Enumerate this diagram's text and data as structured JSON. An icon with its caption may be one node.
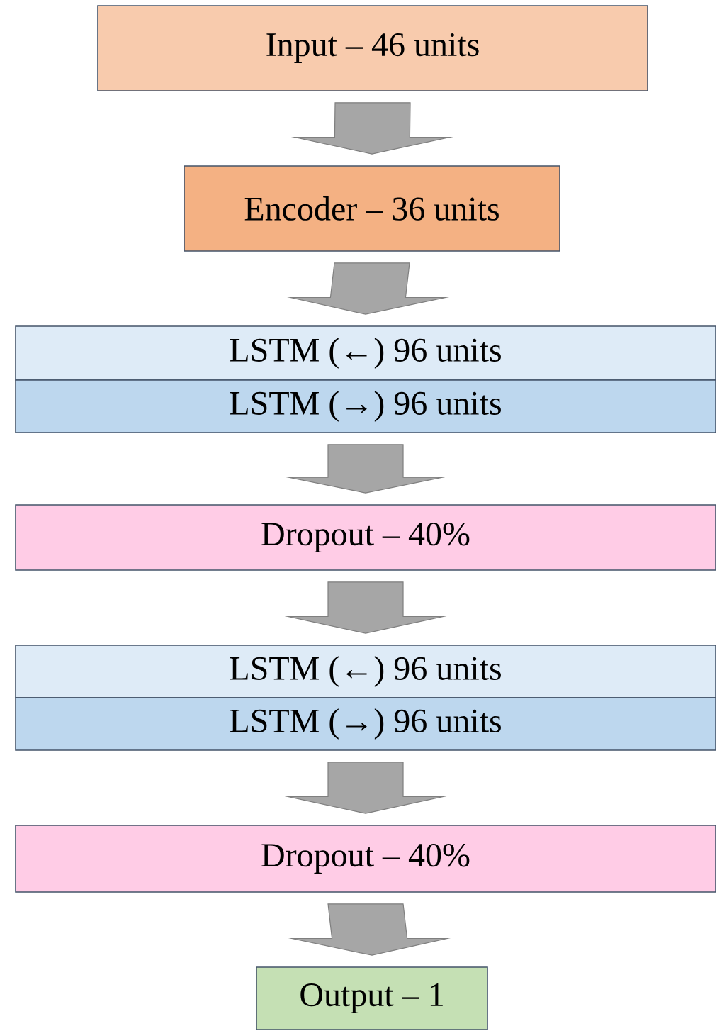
{
  "diagram": {
    "nodes": [
      {
        "text": [
          "Input – 46 units"
        ]
      },
      {
        "text": [
          "Encoder – 36 units"
        ]
      },
      {
        "text": [
          "LSTM (←) 96 units"
        ]
      },
      {
        "text": [
          "LSTM (→) 96 units"
        ]
      },
      {
        "text": [
          "Dropout – 40%"
        ]
      },
      {
        "text": [
          "LSTM (←) 96 units"
        ]
      },
      {
        "text": [
          "LSTM (→) 96 units"
        ]
      },
      {
        "text": [
          "Dropout – 40%"
        ]
      },
      {
        "text": [
          "Output – 1"
        ]
      }
    ],
    "edges": [
      {
        "from": 0,
        "to": 1,
        "arrow": "to"
      },
      {
        "from": 1,
        "to": 2,
        "arrow": "to"
      },
      {
        "from": 3,
        "to": 4,
        "arrow": "to"
      },
      {
        "from": 4,
        "to": 5,
        "arrow": "to"
      },
      {
        "from": 6,
        "to": 7,
        "arrow": "to"
      },
      {
        "from": 7,
        "to": 8,
        "arrow": "to"
      }
    ]
  }
}
